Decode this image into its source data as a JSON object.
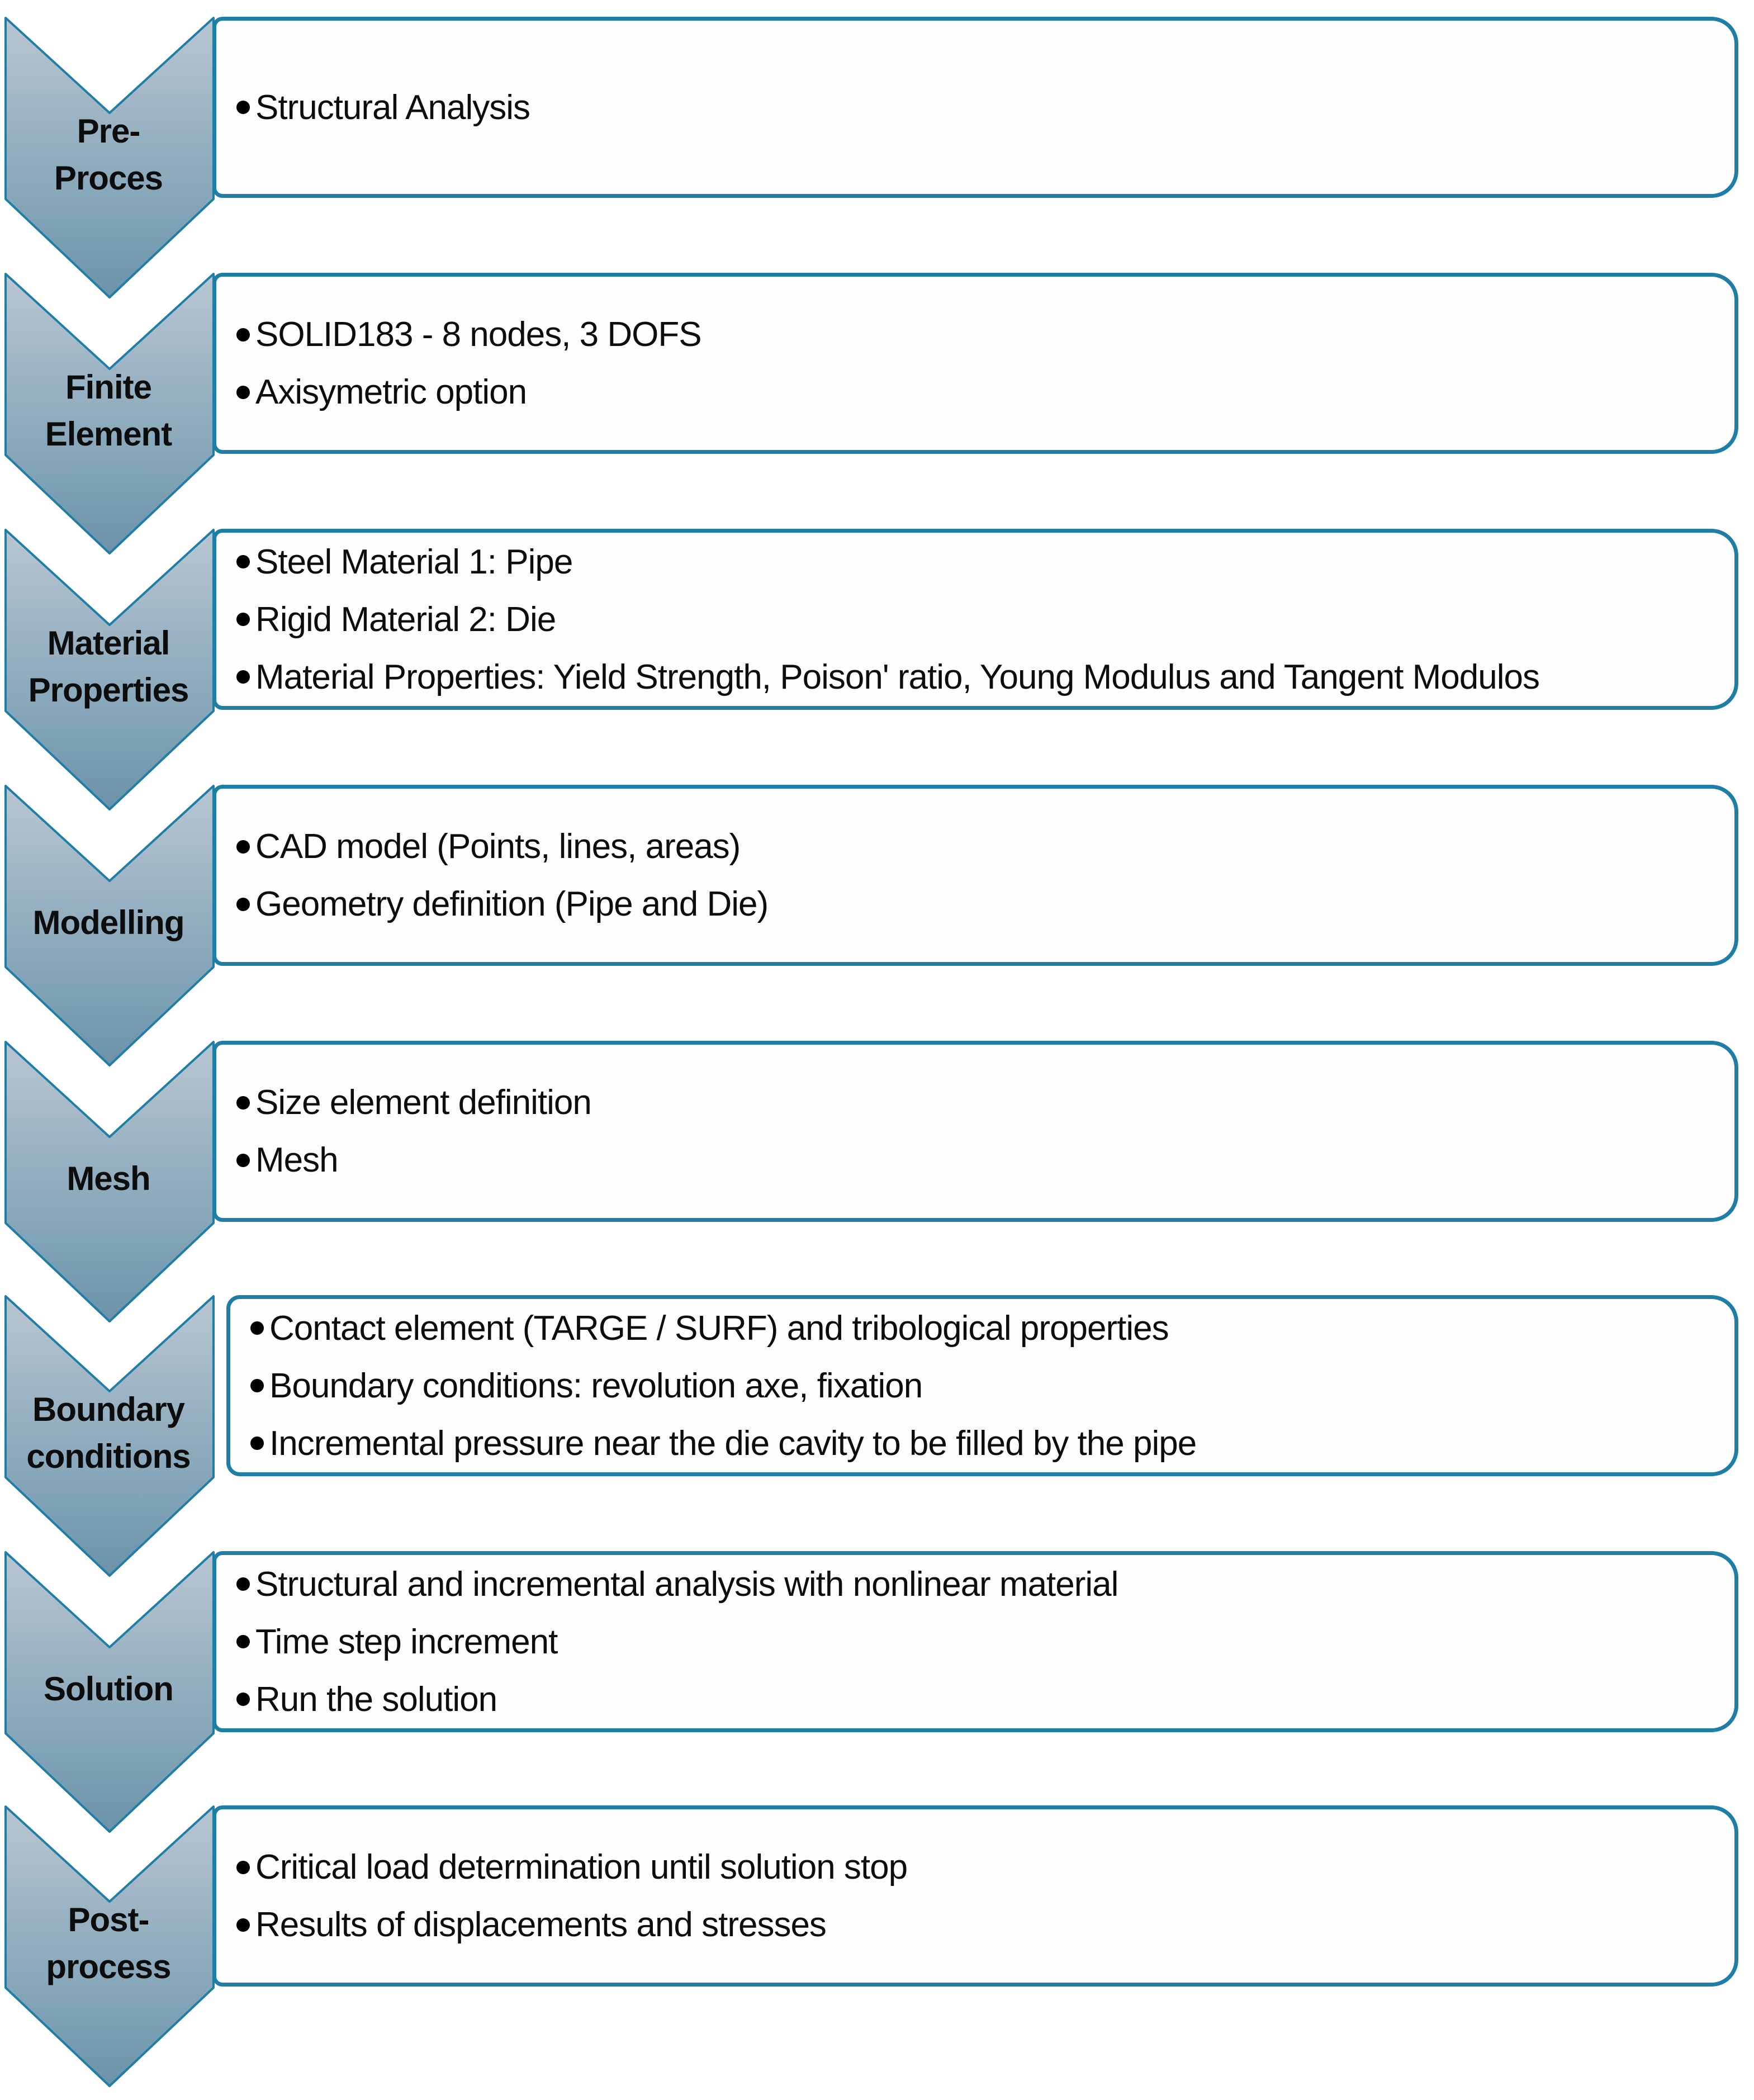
{
  "diagram_type": "vertical-chevron-process-list",
  "colors": {
    "accent_border": "#1f7ea6",
    "box_fill": "#fdfdfd",
    "text": "#0d0d0d",
    "arrow_gradient_top": "#b9c6d2",
    "arrow_gradient_upper_mid": "#9db4c4",
    "arrow_gradient_lower_mid": "#82a4b8",
    "arrow_gradient_tip": "#6b92a8"
  },
  "bullet_icon": "filled-circle",
  "sections": [
    {
      "label": [
        "Pre-",
        "Proces"
      ],
      "bullets": [
        "Structural Analysis"
      ]
    },
    {
      "label": [
        "Finite",
        "Element"
      ],
      "bullets": [
        "SOLID183 - 8 nodes, 3 DOFS",
        "Axisymetric option"
      ]
    },
    {
      "label": [
        "Material",
        "Properties"
      ],
      "bullets": [
        "Steel Material 1: Pipe",
        "Rigid Material 2: Die",
        "Material Properties: Yield Strength, Poison' ratio, Young Modulus and Tangent Modulos"
      ]
    },
    {
      "label": [
        "Modelling"
      ],
      "bullets": [
        "CAD model (Points, lines, areas)",
        "Geometry definition (Pipe and Die)"
      ]
    },
    {
      "label": [
        "Mesh"
      ],
      "bullets": [
        "Size element definition",
        "Mesh"
      ]
    },
    {
      "label": [
        "Boundary",
        "conditions"
      ],
      "bullets": [
        "Contact element (TARGE / SURF) and tribological properties",
        "Boundary conditions: revolution axe, fixation",
        "Incremental pressure near the die cavity to be filled by the pipe"
      ]
    },
    {
      "label": [
        "Solution"
      ],
      "bullets": [
        "Structural and incremental analysis with nonlinear material",
        "Time step increment",
        "Run the solution"
      ]
    },
    {
      "label": [
        "Post-",
        "process"
      ],
      "bullets": [
        "Critical load determination until solution stop",
        "Results of displacements and stresses"
      ]
    }
  ]
}
